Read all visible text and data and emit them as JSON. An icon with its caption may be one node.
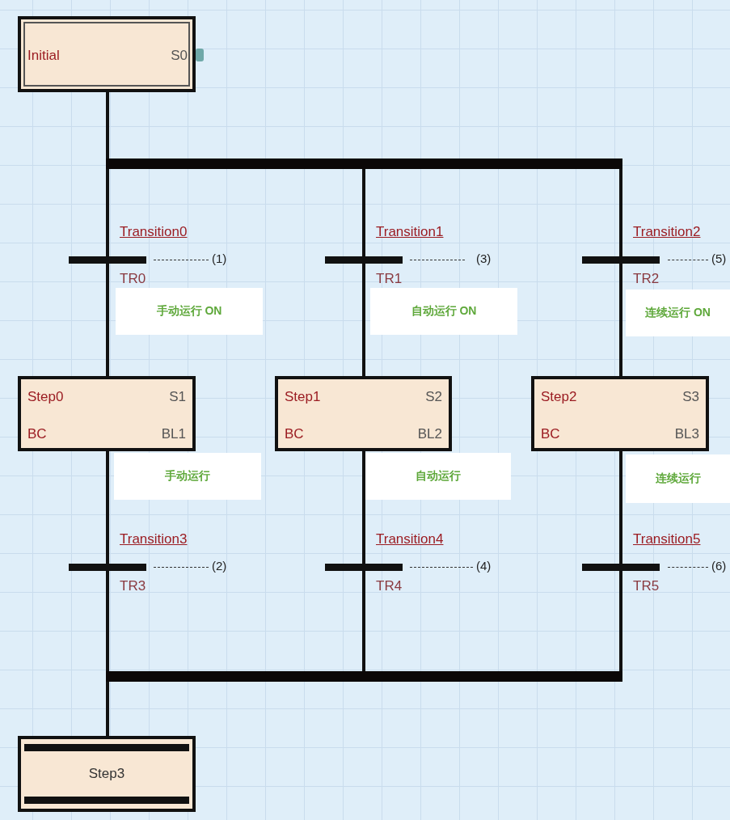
{
  "diagram": {
    "nodes": [
      {
        "text": [
          "Initial",
          "S0"
        ]
      },
      {
        "text": [],
        "shape": "bar"
      },
      {
        "text": [
          "Transition0",
          "TR0"
        ],
        "beside": [
          "(1)"
        ]
      },
      {
        "text": [
          "Transition1",
          "TR1"
        ],
        "beside": [
          "(3)"
        ]
      },
      {
        "text": [
          "Transition2",
          "TR2"
        ],
        "beside": [
          "(5)"
        ]
      },
      {
        "text": [
          "手动运行 ON"
        ]
      },
      {
        "text": [
          "自动运行 ON"
        ]
      },
      {
        "text": [
          "连续运行 ON"
        ]
      },
      {
        "text": [
          "Step0",
          "S1",
          "BC",
          "BL1"
        ]
      },
      {
        "text": [
          "Step1",
          "S2",
          "BC",
          "BL2"
        ]
      },
      {
        "text": [
          "Step2",
          "S3",
          "BC",
          "BL3"
        ]
      },
      {
        "text": [
          "手动运行"
        ]
      },
      {
        "text": [
          "自动运行"
        ]
      },
      {
        "text": [
          "连续运行"
        ]
      },
      {
        "text": [
          "Transition3",
          "TR3"
        ],
        "beside": [
          "(2)"
        ]
      },
      {
        "text": [
          "Transition4",
          "TR4"
        ],
        "beside": [
          "(4)"
        ]
      },
      {
        "text": [
          "Transition5",
          "TR5"
        ],
        "beside": [
          "(6)"
        ]
      },
      {
        "text": [],
        "shape": "bar"
      },
      {
        "text": [
          "Step3"
        ]
      }
    ],
    "edges": [
      {
        "from": 0,
        "to": 1,
        "arrow": "none"
      },
      {
        "from": 1,
        "to": 2,
        "arrow": "none"
      },
      {
        "from": 1,
        "to": 3,
        "arrow": "none"
      },
      {
        "from": 1,
        "to": 4,
        "arrow": "none"
      },
      {
        "from": 2,
        "to": 8,
        "arrow": "none"
      },
      {
        "from": 3,
        "to": 9,
        "arrow": "none"
      },
      {
        "from": 4,
        "to": 10,
        "arrow": "none"
      },
      {
        "from": 8,
        "to": 14,
        "arrow": "none"
      },
      {
        "from": 9,
        "to": 15,
        "arrow": "none"
      },
      {
        "from": 10,
        "to": 16,
        "arrow": "none"
      },
      {
        "from": 14,
        "to": 17,
        "arrow": "none"
      },
      {
        "from": 15,
        "to": 17,
        "arrow": "none"
      },
      {
        "from": 16,
        "to": 17,
        "arrow": "none"
      },
      {
        "from": 17,
        "to": 18,
        "arrow": "none"
      }
    ]
  }
}
